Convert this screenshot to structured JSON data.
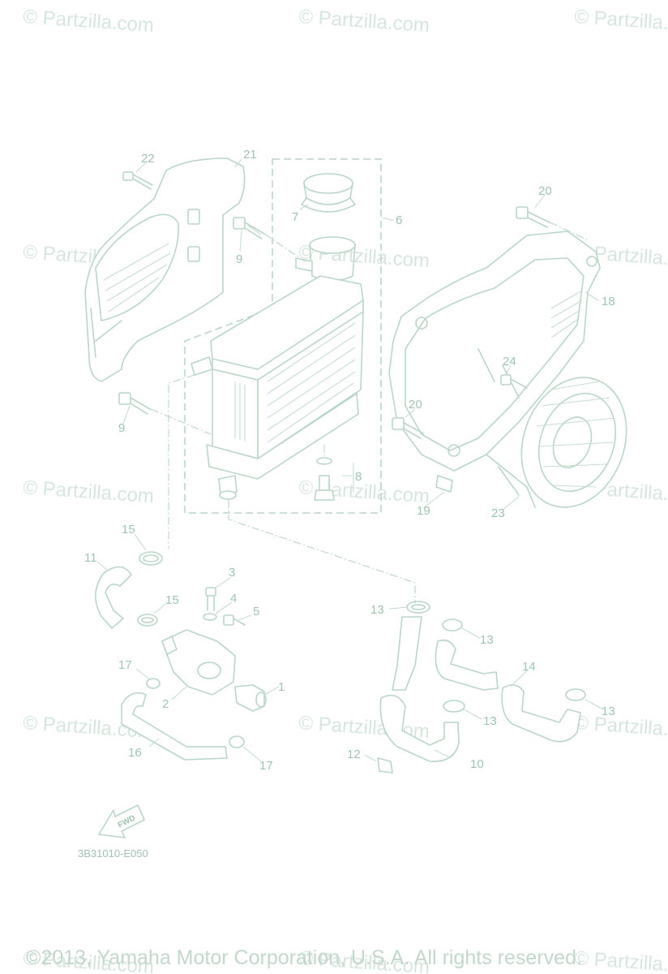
{
  "watermark": {
    "text": "© Partzilla.com"
  },
  "callouts": {
    "c1": "1",
    "c2": "2",
    "c3": "3",
    "c4": "4",
    "c5": "5",
    "c6": "6",
    "c7": "7",
    "c8": "8",
    "c9a": "9",
    "c9b": "9",
    "c10": "10",
    "c11": "11",
    "c12": "12",
    "c13a": "13",
    "c13b": "13",
    "c13c": "13",
    "c13d": "13",
    "c14": "14",
    "c15a": "15",
    "c15b": "15",
    "c16": "16",
    "c17a": "17",
    "c17b": "17",
    "c18": "18",
    "c19": "19",
    "c20a": "20",
    "c20b": "20",
    "c21": "21",
    "c22": "22",
    "c23": "23",
    "c24": "24"
  },
  "fwd_label": "FWD",
  "drawing_code": "3B31010-E050",
  "copyright": "©2013, Yamaha Motor Corporation, U.S.A. All rights reserved."
}
